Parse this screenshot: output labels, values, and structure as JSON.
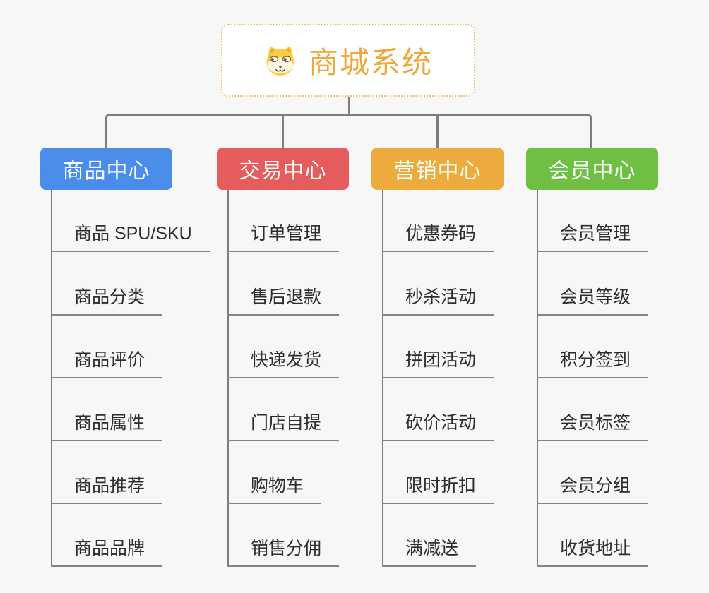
{
  "root": {
    "label": "商城系统",
    "icon": "dog-face-icon",
    "text_color": "#F0A73C",
    "border_color": "#F0BE6A"
  },
  "branches": [
    {
      "label": "商品中心",
      "color": "#4A8CEA",
      "children": [
        "商品 SPU/SKU",
        "商品分类",
        "商品评价",
        "商品属性",
        "商品推荐",
        "商品品牌"
      ]
    },
    {
      "label": "交易中心",
      "color": "#E45C5C",
      "children": [
        "订单管理",
        "售后退款",
        "快递发货",
        "门店自提",
        "购物车",
        "销售分佣"
      ]
    },
    {
      "label": "营销中心",
      "color": "#EDAB3D",
      "children": [
        "优惠券码",
        "秒杀活动",
        "拼团活动",
        "砍价活动",
        "限时折扣",
        "满减送"
      ]
    },
    {
      "label": "会员中心",
      "color": "#6FBF44",
      "children": [
        "会员管理",
        "会员等级",
        "积分签到",
        "会员标签",
        "会员分组",
        "收货地址"
      ]
    }
  ],
  "connector_color": "#7E7E7E",
  "background_color": "#F7F7F7"
}
